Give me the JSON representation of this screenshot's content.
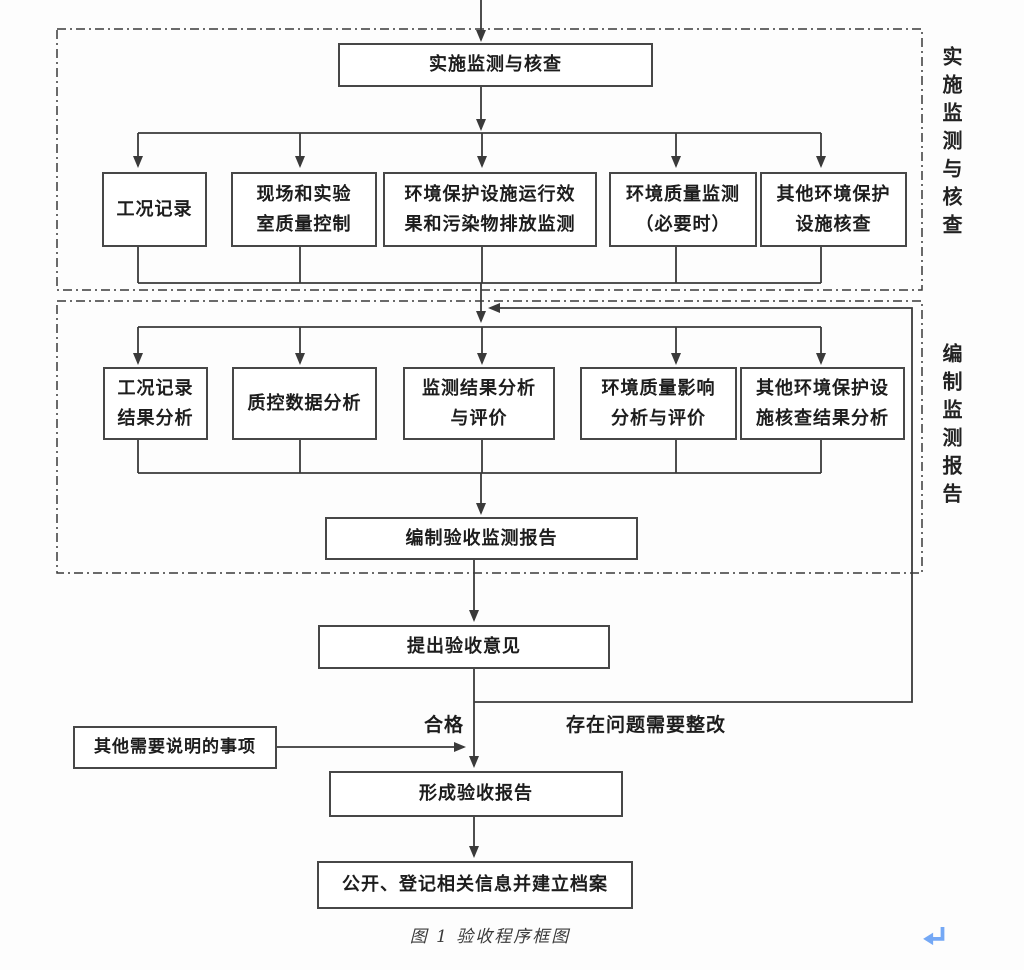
{
  "diagram": {
    "top_node": {
      "label": "实施监测与核查"
    },
    "section_monitoring": {
      "side_label": "实施监测与核查",
      "boxes": [
        {
          "label": "工况记录"
        },
        {
          "label": "现场和实验\n室质量控制"
        },
        {
          "label": "环境保护设施运行效\n果和污染物排放监测"
        },
        {
          "label": "环境质量监测\n（必要时）"
        },
        {
          "label": "其他环境保护\n设施核查"
        }
      ]
    },
    "section_reporting": {
      "side_label": "编制监测报告",
      "boxes": [
        {
          "label": "工况记录\n结果分析"
        },
        {
          "label": "质控数据分析"
        },
        {
          "label": "监测结果分析\n与评价"
        },
        {
          "label": "环境质量影响\n分析与评价"
        },
        {
          "label": "其他环境保护设\n施核查结果分析"
        }
      ],
      "compile_box": {
        "label": "编制验收监测报告"
      }
    },
    "flow": {
      "propose_opinion": {
        "label": "提出验收意见"
      },
      "pass_label": "合格",
      "rectify_label": "存在问题需要整改",
      "other_items": {
        "label": "其他需要说明的事项"
      },
      "form_report": {
        "label": "形成验收报告"
      },
      "publish": {
        "label": "公开、登记相关信息并建立档案"
      }
    },
    "caption": "图 1  验收程序框图"
  },
  "colors": {
    "line": "#3a3a3a",
    "return_icon": "#74a8f5"
  }
}
